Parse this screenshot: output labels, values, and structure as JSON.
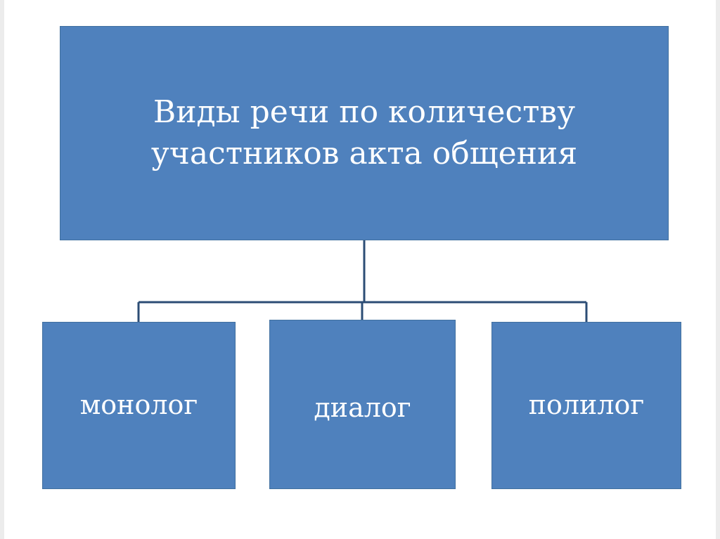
{
  "diagram": {
    "root": {
      "line1": "Виды речи по количеству",
      "line2": "участников акта общения"
    },
    "children": [
      {
        "label": "монолог"
      },
      {
        "label": "диалог"
      },
      {
        "label": "полилог"
      }
    ]
  },
  "colors": {
    "box_fill": "#4f81bd",
    "text": "#ffffff",
    "connector": "#2c4d75"
  }
}
